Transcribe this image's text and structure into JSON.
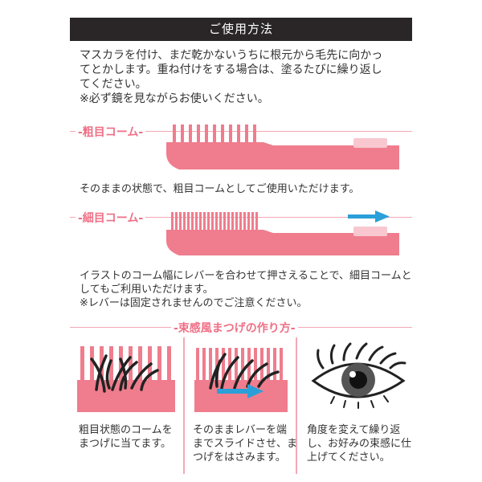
{
  "header": {
    "title": "ご使用方法"
  },
  "intro": {
    "lines": [
      "マスカラを付け、まだ乾かないうちに根元から毛先に向かっ",
      "てとかします。重ね付けをする場合は、塗るたびに繰り返し",
      "てください。",
      "※必ず鏡を見ながらお使いください。"
    ]
  },
  "coarse": {
    "label": "-粗目コーム-",
    "caption": "そのままの状態で、粗目コームとしてご使用いただけます。"
  },
  "fine": {
    "label": "-細目コーム-",
    "caption_lines": [
      "イラストのコーム幅にレバーを合わせて押さえることで、細目コームと",
      "してもご利用いただけます。",
      "※レバーは固定されませんのでご注意ください。"
    ]
  },
  "bundle": {
    "label": "-束感風まつげの作り方-",
    "steps": [
      {
        "lines": [
          "粗目状態のコームを",
          "まつげに当てます。"
        ]
      },
      {
        "lines": [
          "そのままレバーを端",
          "までスライドさせ、ま",
          "つげをはさみます。"
        ]
      },
      {
        "lines": [
          "角度を変えて繰り返",
          "し、お好みの束感に仕",
          "上げてください。"
        ]
      }
    ]
  },
  "colors": {
    "comb_body": "#ef7d8d",
    "comb_dark": "#e15f74",
    "lever": "#f9c7d0",
    "accent_label": "#ef6f85",
    "arrow": "#2b9fd8",
    "header_bg": "#2a2526"
  }
}
